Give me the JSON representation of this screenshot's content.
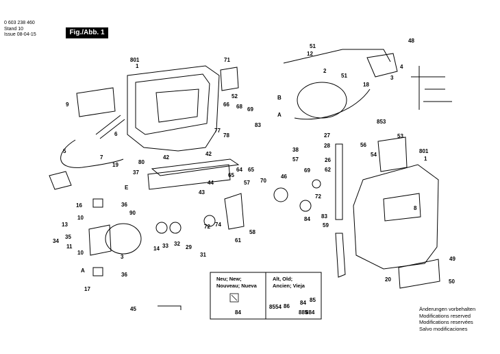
{
  "header": {
    "part_number": "0 603 238 460",
    "stand_label": "Stand",
    "stand_value": "10 ",
    "issue_label": "Issue",
    "issue_value": "08-04-15",
    "figure_label": "Fig./Abb. 1"
  },
  "callouts": [
    "801",
    "1",
    "71",
    "9",
    "6",
    "52",
    "66",
    "68",
    "69",
    "83",
    "78",
    "77",
    "7",
    "19",
    "5",
    "80",
    "42",
    "42",
    "37",
    "43",
    "44",
    "38",
    "57",
    "64",
    "65",
    "65",
    "E",
    "51",
    "12",
    "2",
    "48",
    "4",
    "3",
    "51",
    "18",
    "B",
    "A",
    "853",
    "27",
    "28",
    "56",
    "53",
    "54",
    "801",
    "1",
    "26",
    "69",
    "62",
    "70",
    "46",
    "57",
    "72",
    "83",
    "84",
    "59",
    "8",
    "13",
    "16",
    "10",
    "36",
    "90",
    "34",
    "35",
    "11",
    "14",
    "33",
    "32",
    "29",
    "72",
    "74",
    "61",
    "58",
    "3",
    "31",
    "10",
    "A",
    "36",
    "17",
    "49",
    "20",
    "50",
    "45",
    "84",
    "85",
    "54",
    "86",
    "84",
    "85",
    "885",
    "884"
  ],
  "legend_box": {
    "new_labels": "Neu; New;\nNouveau; Nueva",
    "old_labels": "Alt, Old;\nAncien; Vieja",
    "new_part": "84",
    "old_part_list": [
      "85",
      "54",
      "86",
      "84",
      "85",
      "885",
      "884"
    ]
  },
  "notes": [
    "Änderungen vorbehalten",
    "Modifications reserved",
    "Modifications reservées",
    "Salvo modificaciones"
  ]
}
